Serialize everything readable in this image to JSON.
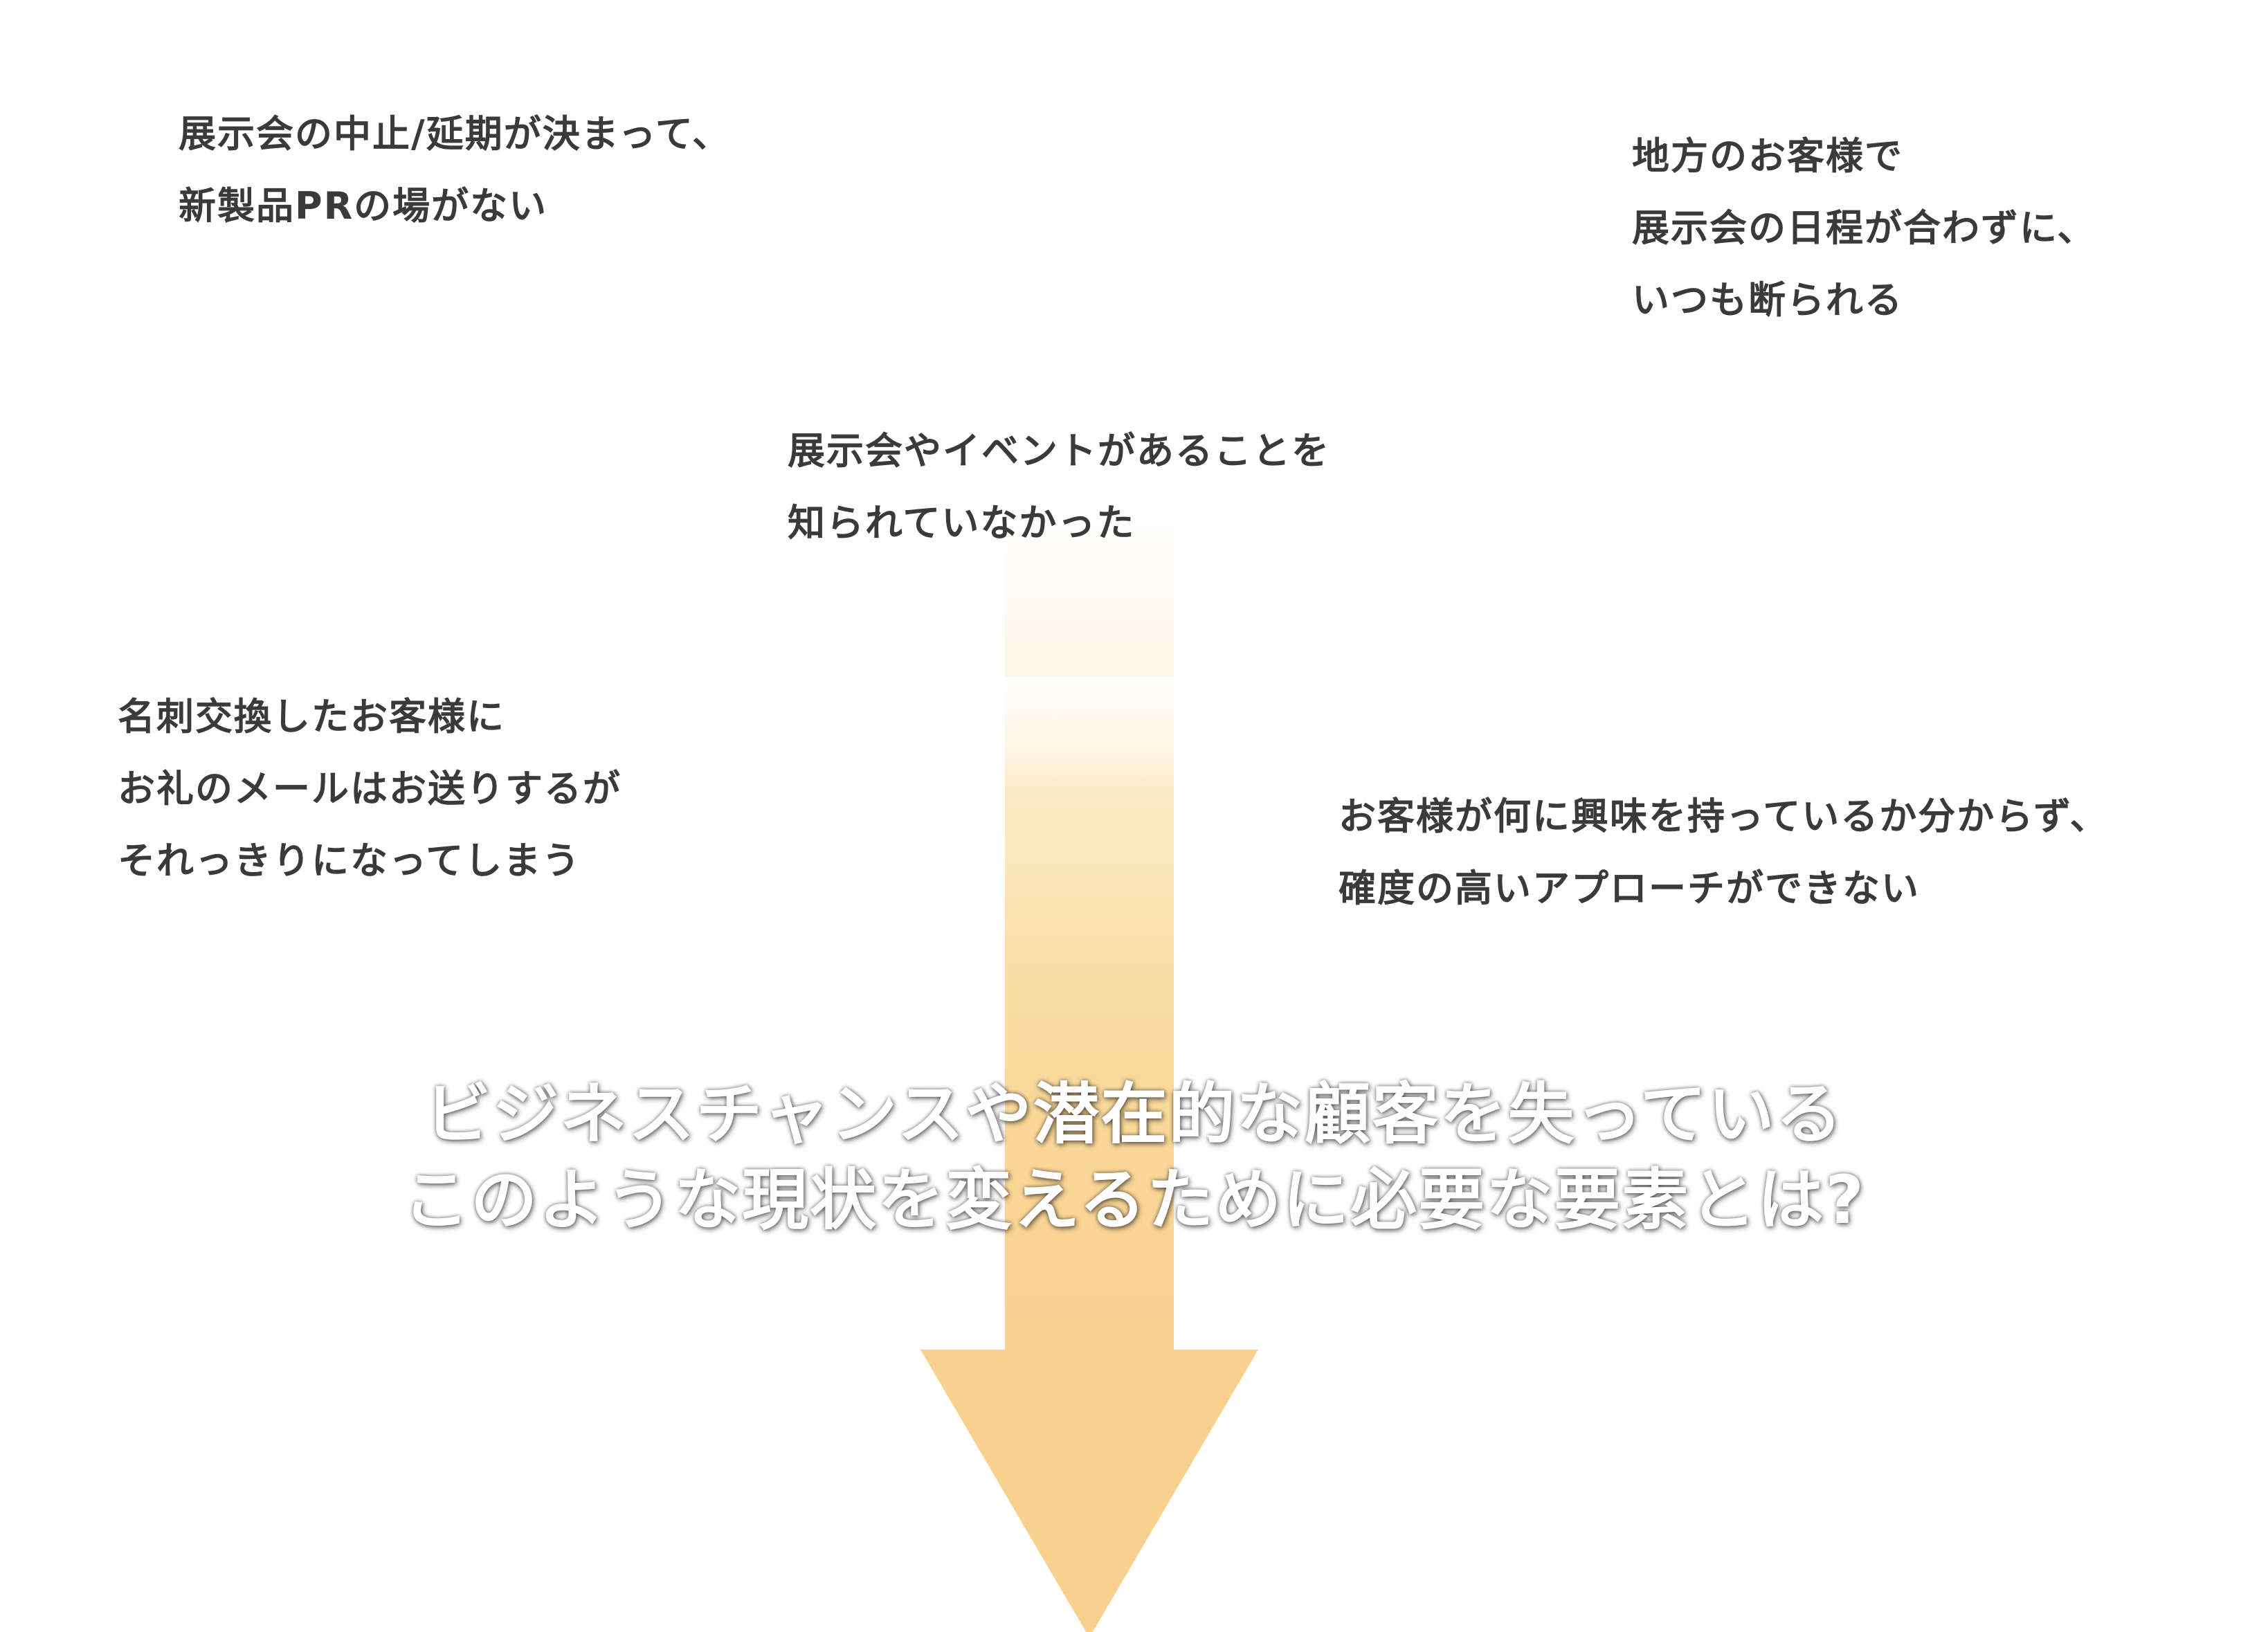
{
  "notes": {
    "top_left": [
      "展示会の中止/延期が決まって、",
      "新製品PRの場がない"
    ],
    "top_right": [
      "地方のお客様で",
      "展示会の日程が合わずに、",
      "いつも断られる"
    ],
    "center": [
      "展示会やイベントがあることを",
      "知られていなかった"
    ],
    "middle_left": [
      "名刺交換したお客様に",
      "お礼のメールはお送りするが",
      "それっきりになってしまう"
    ],
    "middle_right": [
      "お客様が何に興味を持っているか分からず、",
      "確度の高いアプローチができない"
    ]
  },
  "headline": [
    "ビジネスチャンスや潜在的な顧客を失っている",
    "このような現状を変えるために必要な要素とは?"
  ],
  "colors": {
    "arrow_top": "#fdf6e8",
    "arrow_bottom": "#f9d18f",
    "text": "#3a3a3a",
    "headline": "#ffffff"
  }
}
